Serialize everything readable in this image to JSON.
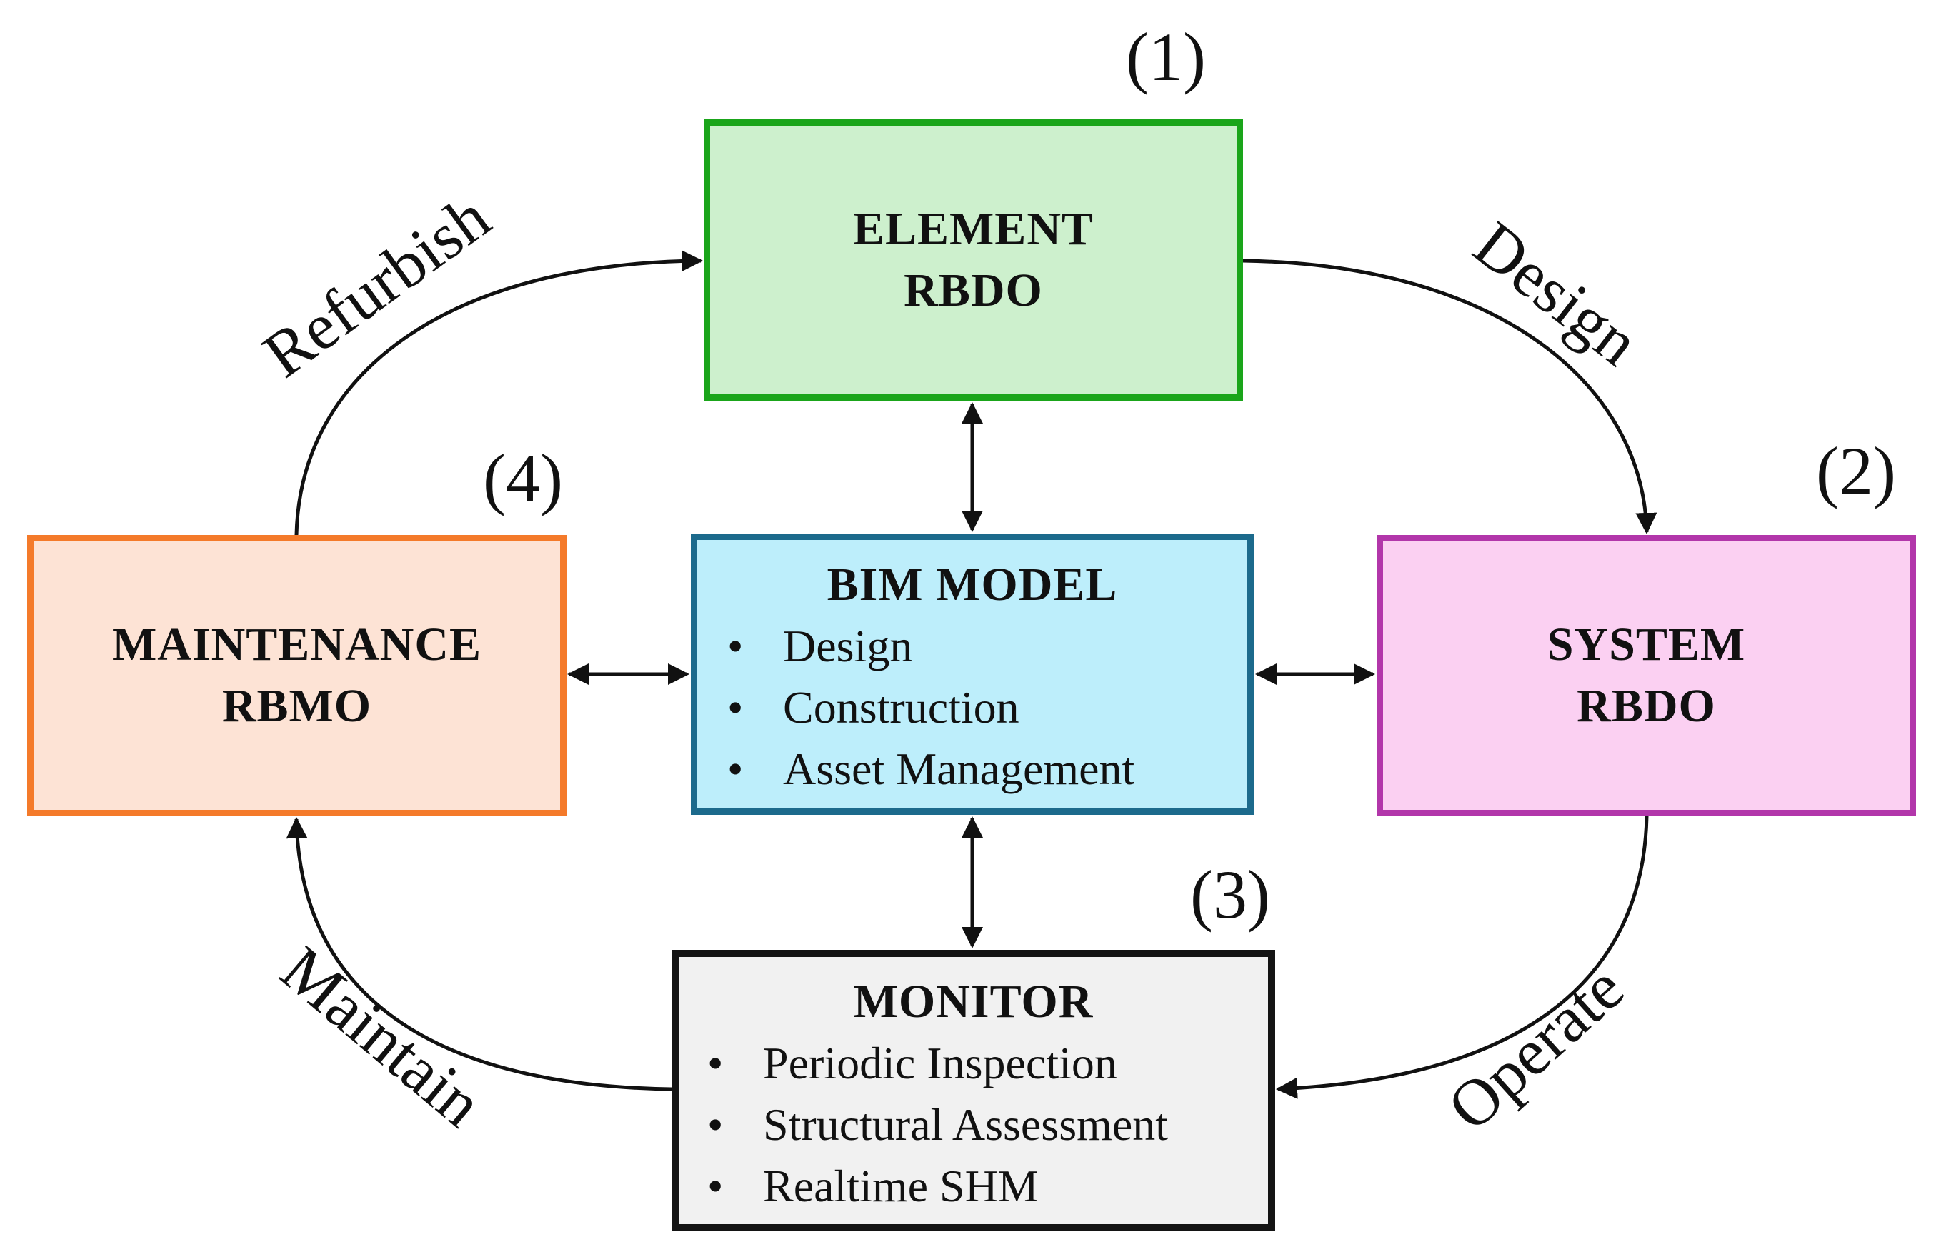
{
  "nodes": {
    "element": {
      "title_line1": "ELEMENT",
      "title_line2": "RBDO",
      "step": "(1)"
    },
    "system": {
      "title_line1": "SYSTEM",
      "title_line2": "RBDO",
      "step": "(2)"
    },
    "monitor": {
      "title": "MONITOR",
      "step": "(3)",
      "items": [
        "Periodic Inspection",
        "Structural Assessment",
        "Realtime SHM"
      ]
    },
    "maintenance": {
      "title_line1": "MAINTENANCE",
      "title_line2": "RBMO",
      "step": "(4)"
    },
    "bim": {
      "title": "BIM MODEL",
      "items": [
        "Design",
        "Construction",
        "Asset Management"
      ]
    }
  },
  "edges": {
    "design": "Design",
    "operate": "Operate",
    "maintain": "Maintain",
    "refurbish": "Refurbish"
  },
  "bullet": "•",
  "colors": {
    "element_border": "#1aa51a",
    "element_fill": "#cdf0cd",
    "system_border": "#b236aa",
    "system_fill": "#fbd0f2",
    "maintenance_border": "#f47a2a",
    "maintenance_fill": "#fde3d5",
    "bim_border": "#1c6a8c",
    "bim_fill": "#bdeefb",
    "monitor_border": "#141414",
    "monitor_fill": "#f1f1f1",
    "arrow": "#111111"
  }
}
